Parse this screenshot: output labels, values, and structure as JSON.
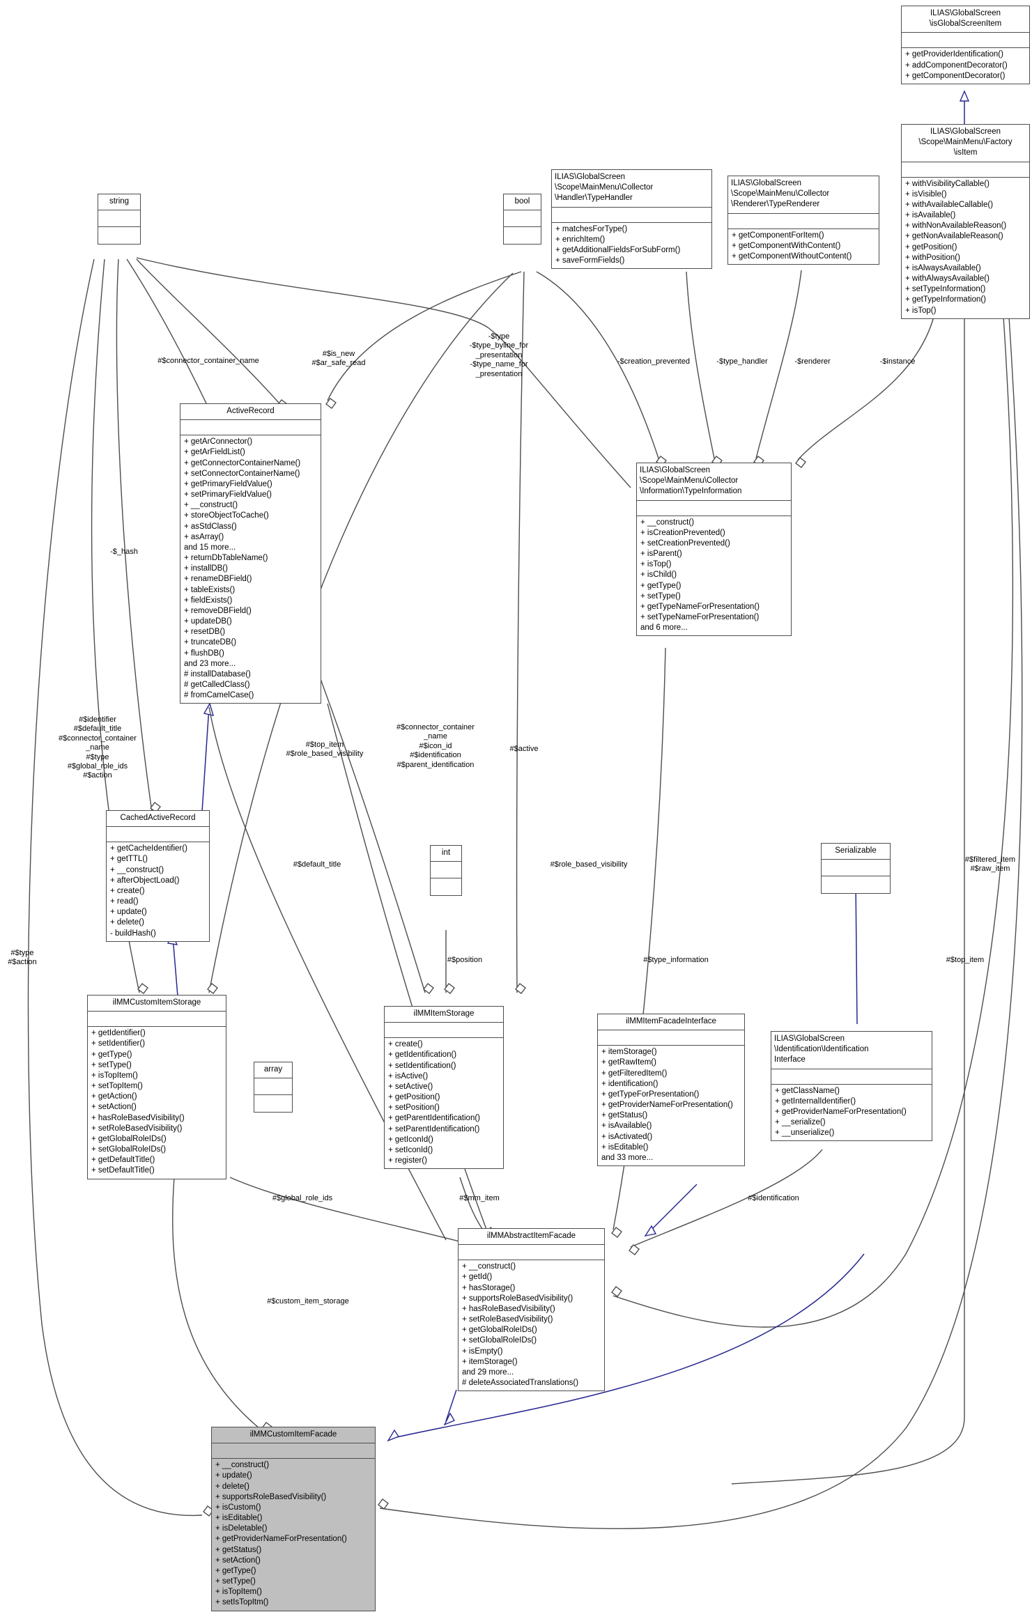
{
  "diagram": {
    "kind": "uml-class-diagram",
    "title": "ilMMCustomItemFacade class collaboration diagram",
    "background": "#ffffff",
    "line_color": "#4d4d4d",
    "inheritance_color": "#272790",
    "highlight_fill": "#bfbfbf"
  },
  "nodes": [
    {
      "id": "isGlobalScreenItem",
      "title": "ILIAS\\GlobalScreen\n\\isGlobalScreenItem",
      "attributes": [],
      "operations": [
        "+ getProviderIdentification()",
        "+ addComponentDecorator()",
        "+ getComponentDecorator()"
      ],
      "filled": false
    },
    {
      "id": "isItem",
      "title": "ILIAS\\GlobalScreen\n\\Scope\\MainMenu\\Factory\n\\isItem",
      "attributes": [],
      "operations": [
        "+ withVisibilityCallable()",
        "+ isVisible()",
        "+ withAvailableCallable()",
        "+ isAvailable()",
        "+ withNonAvailableReason()",
        "+ getNonAvailableReason()",
        "+ getPosition()",
        "+ withPosition()",
        "+ isAlwaysAvailable()",
        "+ withAlwaysAvailable()",
        "+ setTypeInformation()",
        "+ getTypeInformation()",
        "+ isTop()"
      ],
      "filled": false
    },
    {
      "id": "TypeHandler",
      "title": "ILIAS\\GlobalScreen\n\\Scope\\MainMenu\\Collector\n\\Handler\\TypeHandler",
      "attributes": [],
      "operations": [
        "+ matchesForType()",
        "+ enrichItem()",
        "+ getAdditionalFieldsForSubForm()",
        "+ saveFormFields()"
      ],
      "filled": false
    },
    {
      "id": "TypeRenderer",
      "title": "ILIAS\\GlobalScreen\n\\Scope\\MainMenu\\Collector\n\\Renderer\\TypeRenderer",
      "attributes": [],
      "operations": [
        "+ getComponentForItem()",
        "+ getComponentWithContent()",
        "+ getComponentWithoutContent()"
      ],
      "filled": false
    },
    {
      "id": "string",
      "title": "string",
      "attributes": [],
      "operations": [],
      "filled": false
    },
    {
      "id": "bool",
      "title": "bool",
      "attributes": [],
      "operations": [],
      "filled": false
    },
    {
      "id": "int",
      "title": "int",
      "attributes": [],
      "operations": [],
      "filled": false
    },
    {
      "id": "array",
      "title": "array",
      "attributes": [],
      "operations": [],
      "filled": false
    },
    {
      "id": "Serializable",
      "title": "Serializable",
      "attributes": [],
      "operations": [],
      "filled": false
    },
    {
      "id": "ActiveRecord",
      "title": "ActiveRecord",
      "attributes": [],
      "operations": [
        "+ getArConnector()",
        "+ getArFieldList()",
        "+ getConnectorContainerName()",
        "+ setConnectorContainerName()",
        "+ getPrimaryFieldValue()",
        "+ setPrimaryFieldValue()",
        "+ __construct()",
        "+ storeObjectToCache()",
        "+ asStdClass()",
        "+ asArray()",
        "and 15 more...",
        "+ returnDbTableName()",
        "+ installDB()",
        "+ renameDBField()",
        "+ tableExists()",
        "+ fieldExists()",
        "+ removeDBField()",
        "+ updateDB()",
        "+ resetDB()",
        "+ truncateDB()",
        "+ flushDB()",
        "and 23 more...",
        "# installDatabase()",
        "# getCalledClass()",
        "# fromCamelCase()"
      ],
      "filled": false
    },
    {
      "id": "TypeInformation",
      "title": "ILIAS\\GlobalScreen\n\\Scope\\MainMenu\\Collector\n\\Information\\TypeInformation",
      "attributes": [],
      "operations": [
        "+ __construct()",
        "+ isCreationPrevented()",
        "+ setCreationPrevented()",
        "+ isParent()",
        "+ isTop()",
        "+ isChild()",
        "+ getType()",
        "+ setType()",
        "+ getTypeNameForPresentation()",
        "+ setTypeNameForPresentation()",
        "and 6 more..."
      ],
      "filled": false
    },
    {
      "id": "CachedActiveRecord",
      "title": "CachedActiveRecord",
      "attributes": [],
      "operations": [
        "+ getCacheIdentifier()",
        "+ getTTL()",
        "+ __construct()",
        "+ afterObjectLoad()",
        "+ create()",
        "+ read()",
        "+ update()",
        "+ delete()",
        "- buildHash()"
      ],
      "filled": false
    },
    {
      "id": "ilMMCustomItemStorage",
      "title": "ilMMCustomItemStorage",
      "attributes": [],
      "operations": [
        "+ getIdentifier()",
        "+ setIdentifier()",
        "+ getType()",
        "+ setType()",
        "+ isTopItem()",
        "+ setTopItem()",
        "+ getAction()",
        "+ setAction()",
        "+ hasRoleBasedVisibility()",
        "+ setRoleBasedVisibility()",
        "+ getGlobalRoleIDs()",
        "+ setGlobalRoleIDs()",
        "+ getDefaultTitle()",
        "+ setDefaultTitle()"
      ],
      "filled": false
    },
    {
      "id": "ilMMItemStorage",
      "title": "ilMMItemStorage",
      "attributes": [],
      "operations": [
        "+ create()",
        "+ getIdentification()",
        "+ setIdentification()",
        "+ isActive()",
        "+ setActive()",
        "+ getPosition()",
        "+ setPosition()",
        "+ getParentIdentification()",
        "+ setParentIdentification()",
        "+ getIconId()",
        "+ setIconId()",
        "+ register()"
      ],
      "filled": false
    },
    {
      "id": "ilMMItemFacadeInterface",
      "title": "ilMMItemFacadeInterface",
      "attributes": [],
      "operations": [
        "+ itemStorage()",
        "+ getRawItem()",
        "+ getFilteredItem()",
        "+ identification()",
        "+ getTypeForPresentation()",
        "+ getProviderNameForPresentation()",
        "+ getStatus()",
        "+ isAvailable()",
        "+ isActivated()",
        "+ isEditable()",
        "and 33 more..."
      ],
      "filled": false
    },
    {
      "id": "IdentificationInterface",
      "title": "ILIAS\\GlobalScreen\n\\Identification\\Identification\nInterface",
      "attributes": [],
      "operations": [
        "+ getClassName()",
        "+ getInternalIdentifier()",
        "+ getProviderNameForPresentation()",
        "+ __serialize()",
        "+ __unserialize()"
      ],
      "filled": false
    },
    {
      "id": "ilMMAbstractItemFacade",
      "title": "ilMMAbstractItemFacade",
      "attributes": [],
      "operations": [
        "+ __construct()",
        "+ getId()",
        "+ hasStorage()",
        "+ supportsRoleBasedVisibility()",
        "+ hasRoleBasedVisibility()",
        "+ setRoleBasedVisibility()",
        "+ getGlobalRoleIDs()",
        "+ setGlobalRoleIDs()",
        "+ isEmpty()",
        "+ itemStorage()",
        "and 29 more...",
        "# deleteAssociatedTranslations()"
      ],
      "filled": false
    },
    {
      "id": "ilMMCustomItemFacade",
      "title": "ilMMCustomItemFacade",
      "attributes": [],
      "operations": [
        "+ __construct()",
        "+ update()",
        "+ delete()",
        "+ supportsRoleBasedVisibility()",
        "+ isCustom()",
        "+ isEditable()",
        "+ isDeletable()",
        "+ getProviderNameForPresentation()",
        "+ getStatus()",
        "+ setAction()",
        "+ getType()",
        "+ setType()",
        "+ isTopItem()",
        "+ setIsTopItm()"
      ],
      "filled": true
    }
  ],
  "edge_labels": [
    {
      "id": "connector_container_name_top",
      "text": "#$connector_container_name"
    },
    {
      "id": "is_new_ar_safe_read",
      "text": "#$is_new\n#$ar_safe_read"
    },
    {
      "id": "type_group",
      "text": "-$type\n-$type_byline_for\n_presentation\n-$type_name_for\n_presentation"
    },
    {
      "id": "creation_prevented",
      "text": "-$creation_prevented"
    },
    {
      "id": "type_handler",
      "text": "-$type_handler"
    },
    {
      "id": "renderer",
      "text": "-$renderer"
    },
    {
      "id": "instance",
      "text": "-$instance"
    },
    {
      "id": "s_hash",
      "text": "-$_hash"
    },
    {
      "id": "identifier_group",
      "text": "#$identifier\n#$default_title\n#$connector_container\n_name\n#$type\n#$global_role_ids\n#$action"
    },
    {
      "id": "top_item_role_based",
      "text": "#$top_item\n#$role_based_visibility"
    },
    {
      "id": "connector_container_name_mid",
      "text": "#$connector_container\n_name\n#$icon_id\n#$identification\n#$parent_identification"
    },
    {
      "id": "active",
      "text": "#$active"
    },
    {
      "id": "default_title",
      "text": "#$default_title"
    },
    {
      "id": "role_based_visibility",
      "text": "#$role_based_visibility"
    },
    {
      "id": "filtered_raw_item",
      "text": "#$filtered_item\n#$raw_item"
    },
    {
      "id": "type_action",
      "text": "#$type\n#$action"
    },
    {
      "id": "position",
      "text": "#$position"
    },
    {
      "id": "type_information",
      "text": "#$type_information"
    },
    {
      "id": "top_item",
      "text": "#$top_item"
    },
    {
      "id": "global_role_ids",
      "text": "#$global_role_ids"
    },
    {
      "id": "mm_item",
      "text": "#$mm_item"
    },
    {
      "id": "identification",
      "text": "#$identification"
    },
    {
      "id": "custom_item_storage",
      "text": "#$custom_item_storage"
    }
  ]
}
